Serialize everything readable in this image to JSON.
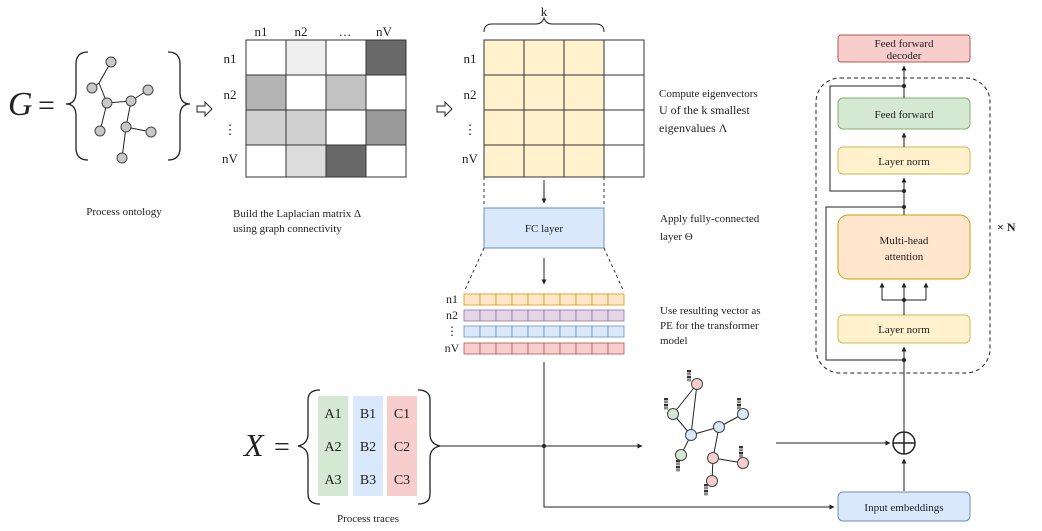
{
  "graph": {
    "lhs_symbol": "G",
    "equals": "=",
    "caption": "Process ontology"
  },
  "laplacian": {
    "col_headers": [
      "n1",
      "n2",
      "…",
      "nV"
    ],
    "row_headers": [
      "n1",
      "n2",
      "⋮",
      "nV"
    ],
    "caption_line1": "Build the Laplacian matrix Δ",
    "caption_line2": "using graph connectivity"
  },
  "eigen": {
    "brace_label": "k",
    "row_headers": [
      "n1",
      "n2",
      "⋮",
      "nV"
    ],
    "note_line1": "Compute eigenvectors",
    "note_line2": "U of the k smallest",
    "note_line3": "eigenvalues Λ"
  },
  "fc": {
    "label": "FC layer",
    "note_line1": "Apply fully-connected",
    "note_line2": "layer Θ"
  },
  "pe": {
    "row_headers": [
      "n1",
      "n2",
      "⋮",
      "nV"
    ],
    "note_line1": "Use resulting vector as",
    "note_line2": "PE for the transformer",
    "note_line3": "model"
  },
  "traces": {
    "lhs_symbol": "X",
    "equals": "=",
    "columns": [
      {
        "items": [
          "A1",
          "A2",
          "A3"
        ],
        "color": "#d5e8d4"
      },
      {
        "items": [
          "B1",
          "B2",
          "B3"
        ],
        "color": "#dae8fc"
      },
      {
        "items": [
          "C1",
          "C2",
          "C3"
        ],
        "color": "#f8cecc"
      }
    ],
    "caption": "Process traces"
  },
  "transformer": {
    "decoder_line1": "Feed forward",
    "decoder_line2": "decoder",
    "feed_forward": "Feed forward",
    "layer_norm_top": "Layer norm",
    "attention_line1": "Multi-head",
    "attention_line2": "attention",
    "layer_norm_bottom": "Layer norm",
    "repeat": "× N",
    "input_embeddings": "Input embeddings",
    "add_symbol": "⊕"
  },
  "colors": {
    "yellow": "#fff2cc",
    "green": "#d5e8d4",
    "blue": "#dae8fc",
    "red": "#f8cecc",
    "orange": "#ffe6cc",
    "purple": "#e1d5e7",
    "node_gray": "#c0c0c0"
  }
}
